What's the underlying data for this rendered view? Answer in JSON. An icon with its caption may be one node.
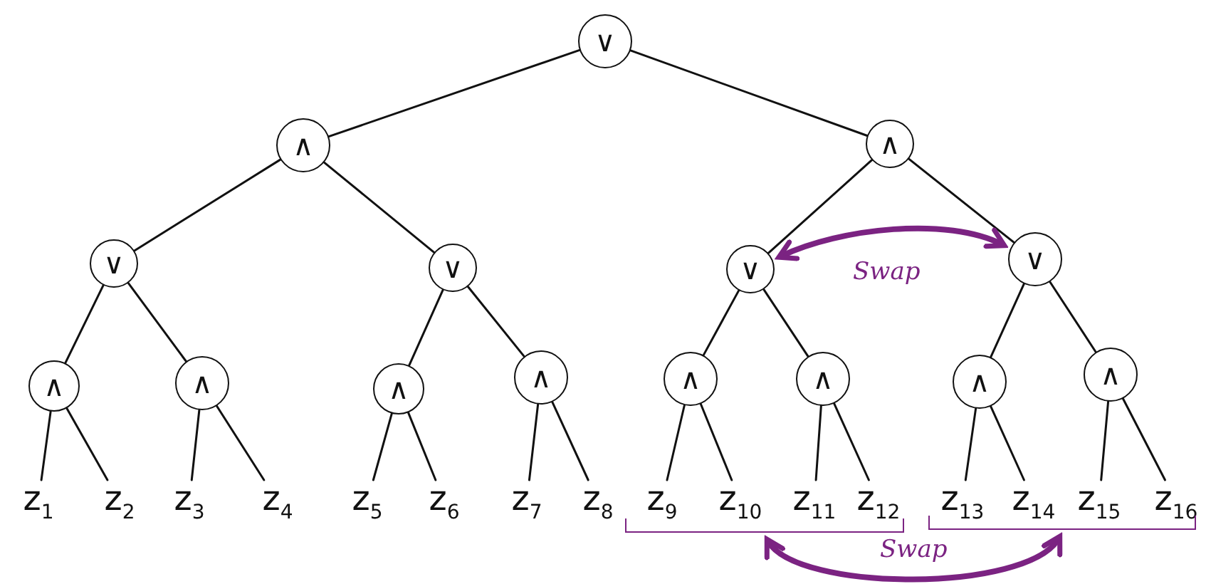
{
  "diagram": {
    "nodes": [
      {
        "text": [
          "∨"
        ]
      },
      {
        "text": [
          "∧"
        ]
      },
      {
        "text": [
          "∧"
        ]
      },
      {
        "text": [
          "∨"
        ]
      },
      {
        "text": [
          "∨"
        ]
      },
      {
        "text": [
          "∨"
        ]
      },
      {
        "text": [
          "∨"
        ]
      },
      {
        "text": [
          "∧"
        ]
      },
      {
        "text": [
          "∧"
        ]
      },
      {
        "text": [
          "∧"
        ]
      },
      {
        "text": [
          "∧"
        ]
      },
      {
        "text": [
          "∧"
        ]
      },
      {
        "text": [
          "∧"
        ]
      },
      {
        "text": [
          "∧"
        ]
      },
      {
        "text": [
          "∧"
        ]
      },
      {
        "text": [
          "z$_{1}$"
        ]
      },
      {
        "text": [
          "z$_{2}$"
        ]
      },
      {
        "text": [
          "z$_{3}$"
        ]
      },
      {
        "text": [
          "z$_{4}$"
        ]
      },
      {
        "text": [
          "z$_{5}$"
        ]
      },
      {
        "text": [
          "z$_{6}$"
        ]
      },
      {
        "text": [
          "z$_{7}$"
        ]
      },
      {
        "text": [
          "z$_{8}$"
        ]
      },
      {
        "text": [
          "z$_{9}$"
        ]
      },
      {
        "text": [
          "z$_{10}$"
        ]
      },
      {
        "text": [
          "z$_{11}$"
        ]
      },
      {
        "text": [
          "z$_{12}$"
        ]
      },
      {
        "text": [
          "z$_{13}$"
        ]
      },
      {
        "text": [
          "z$_{14}$"
        ]
      },
      {
        "text": [
          "z$_{15}$"
        ]
      },
      {
        "text": [
          "z$_{16}$"
        ]
      },
      {
        "text": [],
        "shape": "bracket"
      },
      {
        "text": [],
        "shape": "bracket"
      }
    ],
    "edges": [
      {
        "from": 0,
        "to": 1,
        "arrow": "none"
      },
      {
        "from": 0,
        "to": 2,
        "arrow": "none"
      },
      {
        "from": 1,
        "to": 3,
        "arrow": "none"
      },
      {
        "from": 1,
        "to": 4,
        "arrow": "none"
      },
      {
        "from": 2,
        "to": 5,
        "arrow": "none"
      },
      {
        "from": 2,
        "to": 6,
        "arrow": "none"
      },
      {
        "from": 3,
        "to": 7,
        "arrow": "none"
      },
      {
        "from": 3,
        "to": 8,
        "arrow": "none"
      },
      {
        "from": 4,
        "to": 9,
        "arrow": "none"
      },
      {
        "from": 4,
        "to": 10,
        "arrow": "none"
      },
      {
        "from": 5,
        "to": 11,
        "arrow": "none"
      },
      {
        "from": 5,
        "to": 12,
        "arrow": "none"
      },
      {
        "from": 6,
        "to": 13,
        "arrow": "none"
      },
      {
        "from": 6,
        "to": 14,
        "arrow": "none"
      },
      {
        "from": 7,
        "to": 15,
        "arrow": "none"
      },
      {
        "from": 7,
        "to": 16,
        "arrow": "none"
      },
      {
        "from": 8,
        "to": 17,
        "arrow": "none"
      },
      {
        "from": 8,
        "to": 18,
        "arrow": "none"
      },
      {
        "from": 9,
        "to": 19,
        "arrow": "none"
      },
      {
        "from": 9,
        "to": 20,
        "arrow": "none"
      },
      {
        "from": 10,
        "to": 21,
        "arrow": "none"
      },
      {
        "from": 10,
        "to": 22,
        "arrow": "none"
      },
      {
        "from": 11,
        "to": 23,
        "arrow": "none"
      },
      {
        "from": 11,
        "to": 24,
        "arrow": "none"
      },
      {
        "from": 12,
        "to": 25,
        "arrow": "none"
      },
      {
        "from": 12,
        "to": 26,
        "arrow": "none"
      },
      {
        "from": 13,
        "to": 27,
        "arrow": "none"
      },
      {
        "from": 13,
        "to": 28,
        "arrow": "none"
      },
      {
        "from": 14,
        "to": 29,
        "arrow": "none"
      },
      {
        "from": 14,
        "to": 30,
        "arrow": "none"
      },
      {
        "from": 5,
        "to": 6,
        "arrow": "both",
        "label": "Swap",
        "style": "thick",
        "color": "#7b2382"
      },
      {
        "from": 31,
        "to": 32,
        "arrow": "both",
        "label": "Swap",
        "style": "thick",
        "color": "#7b2382"
      }
    ]
  }
}
